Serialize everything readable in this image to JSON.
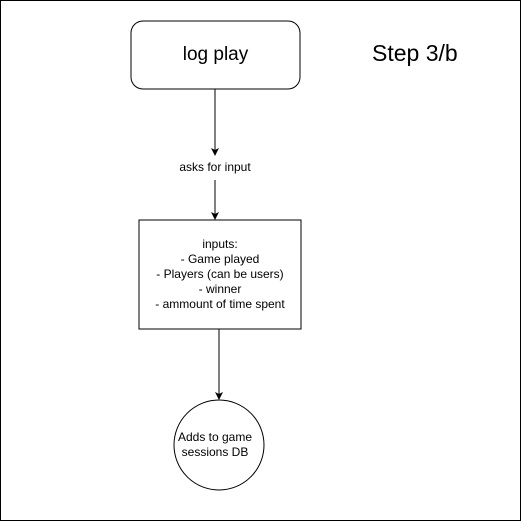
{
  "diagram": {
    "start_node": "log play",
    "step_label": "Step 3/b",
    "edge_label": "asks for input",
    "inputs_box": {
      "lines": [
        "inputs:",
        "- Game played",
        "- Players (can be users)",
        "- winner",
        "- ammount of time spent"
      ]
    },
    "end_node": {
      "lines": [
        "Adds to game",
        "sessions DB"
      ]
    }
  }
}
